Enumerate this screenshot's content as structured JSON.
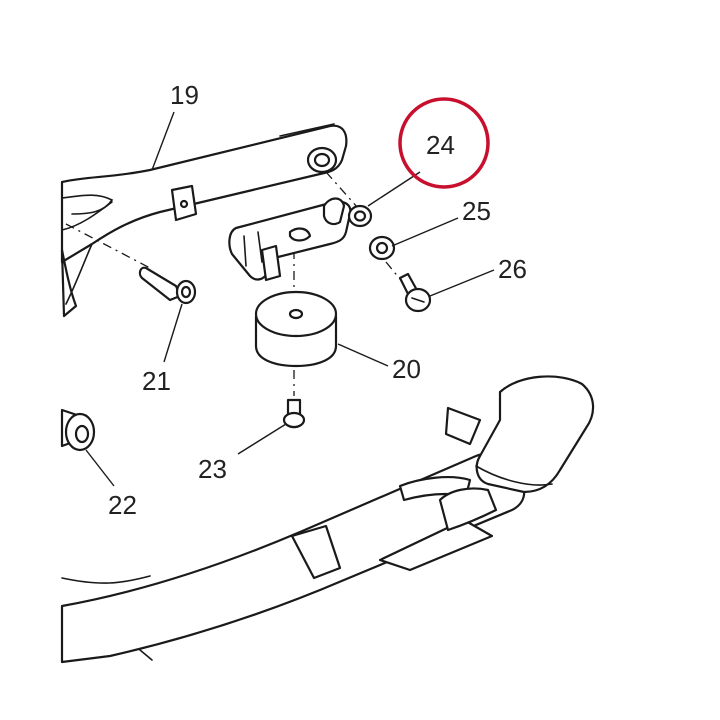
{
  "colors": {
    "highlight": "#c8102e",
    "line": "#1a1a1a",
    "text": "#222222"
  },
  "callouts": {
    "c19": "19",
    "c20": "20",
    "c21": "21",
    "c22": "22",
    "c23": "23",
    "c24": "24",
    "c25": "25",
    "c26": "26"
  },
  "highlighted_callout": "24"
}
